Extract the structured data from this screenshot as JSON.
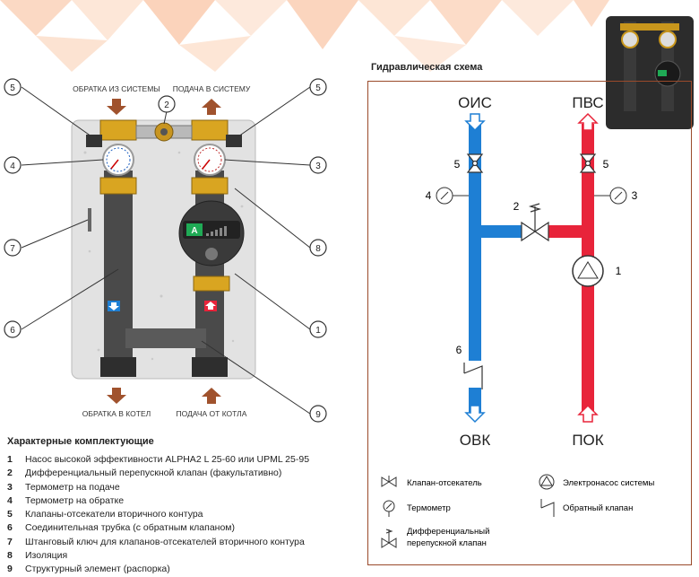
{
  "left_labels": {
    "return_from_system": "ОБРАТКА ИЗ СИСТЕМЫ",
    "supply_to_system": "ПОДАЧА В СИСТЕМУ",
    "return_to_boiler": "ОБРАТКА В КОТЕЛ",
    "supply_from_boiler": "ПОДАЧА ОТ КОТЛА",
    "pump_badge": "A",
    "callouts": [
      "5",
      "2",
      "5",
      "4",
      "3",
      "7",
      "8",
      "6",
      "1",
      "9"
    ]
  },
  "scheme": {
    "title": "Гидравлическая схема",
    "ois": "ОИС",
    "pvs": "ПВС",
    "ovk": "ОВК",
    "pok": "ПОК",
    "numbers": [
      "5",
      "5",
      "4",
      "3",
      "2",
      "1",
      "6"
    ]
  },
  "legend": {
    "shutoff_valve": "Клапан-отсекатель",
    "system_pump": "Электронасос системы",
    "thermometer": "Термометр",
    "check_valve": "Обратный клапан",
    "bypass_valve_line1": "Дифференциальный",
    "bypass_valve_line2": "перепускной клапан"
  },
  "parts": {
    "title": "Характерные комплектующие",
    "items": [
      {
        "num": "1",
        "text": "Насос высокой эффективности ALPHA2 L 25-60 или UPML 25-95"
      },
      {
        "num": "2",
        "text": "Дифференциальный перепускной клапан (факультативно)"
      },
      {
        "num": "3",
        "text": "Термометр на подаче"
      },
      {
        "num": "4",
        "text": "Термометр на обратке"
      },
      {
        "num": "5",
        "text": "Клапаны-отсекатели вторичного контура"
      },
      {
        "num": "6",
        "text": "Соединительная трубка (с обратным клапаном)"
      },
      {
        "num": "7",
        "text": "Штанговый ключ для клапанов-отсекателей вторичного контура"
      },
      {
        "num": "8",
        "text": "Изоляция"
      },
      {
        "num": "9",
        "text": "Структурный элемент (распорка)"
      }
    ]
  },
  "colors": {
    "cold_pipe": "#1e7fd4",
    "hot_pipe": "#e8243a",
    "frame": "#9a4a2a",
    "brass": "#d9a521",
    "insulation": "#e2e2e2",
    "arrow": "#a0522d"
  }
}
